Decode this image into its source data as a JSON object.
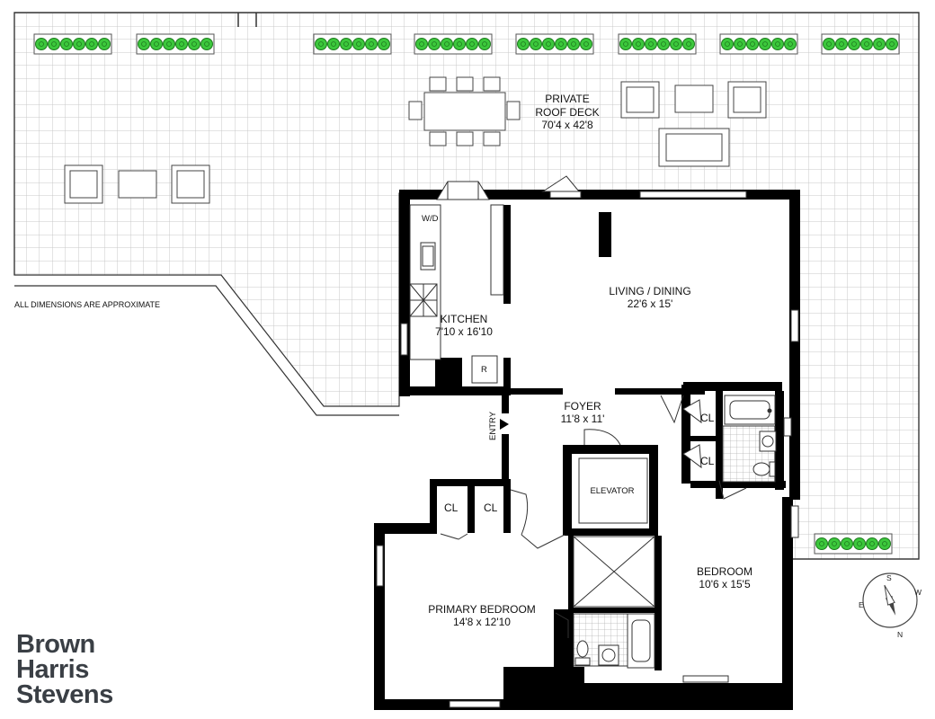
{
  "roof_deck": {
    "name_line1": "PRIVATE",
    "name_line2": "ROOF DECK",
    "dims": "70'4 x 42'8"
  },
  "note": "ALL DIMENSIONS ARE APPROXIMATE",
  "rooms": {
    "kitchen": {
      "name": "KITCHEN",
      "dims": "7'10 x 16'10"
    },
    "living": {
      "name": "LIVING / DINING",
      "dims": "22'6 x 15'"
    },
    "foyer": {
      "name": "FOYER",
      "dims": "11'8 x 11'"
    },
    "primary_bedroom": {
      "name": "PRIMARY BEDROOM",
      "dims": "14'8 x 12'10"
    },
    "bedroom": {
      "name": "BEDROOM",
      "dims": "10'6 x 15'5"
    }
  },
  "labels": {
    "wd": "W/D",
    "r": "R",
    "entry": "ENTRY",
    "elevator": "ELEVATOR",
    "closet": "CL"
  },
  "compass": {
    "n": "N",
    "s": "S",
    "e": "E",
    "w": "W"
  },
  "brand": {
    "line1": "Brown",
    "line2": "Harris",
    "line3": "Stevens"
  },
  "colors": {
    "wall": "#000000",
    "planter": "#3cc83c",
    "deck_grid": "#c8c8c8"
  }
}
